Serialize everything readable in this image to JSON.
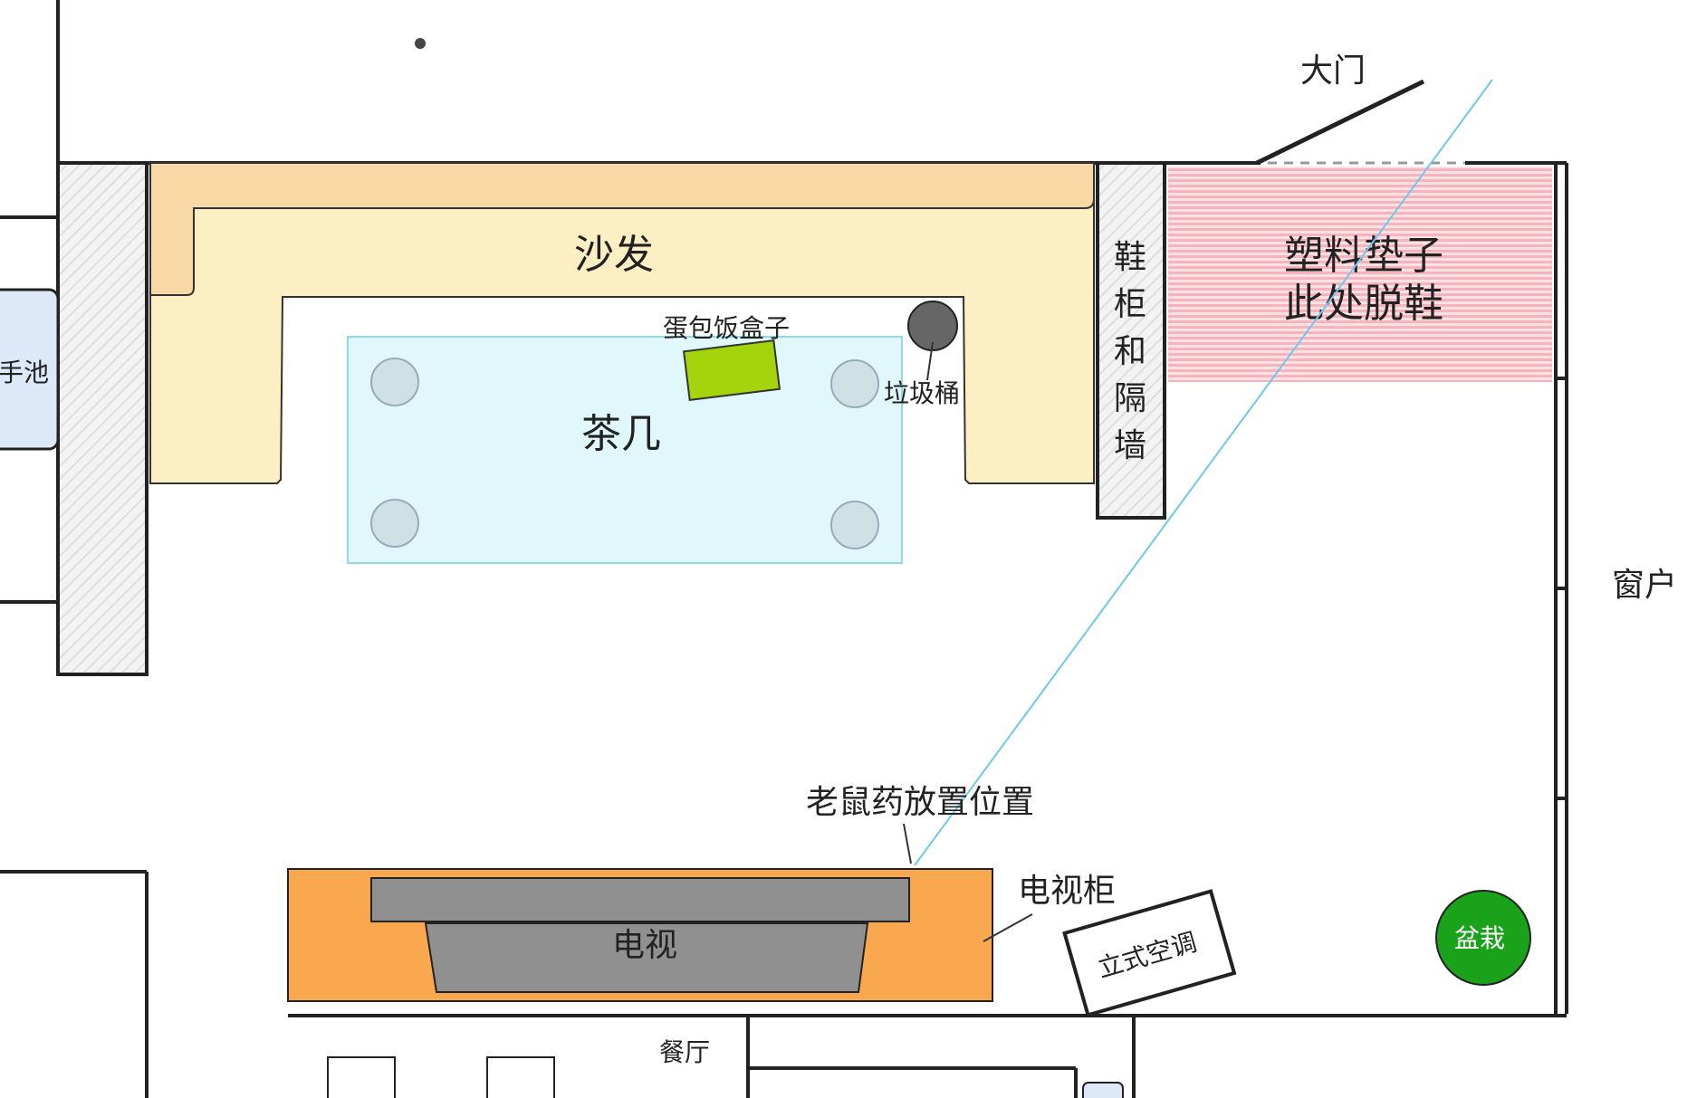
{
  "labels": {
    "door": "大门",
    "sofa": "沙发",
    "shoe_cabinet": [
      "鞋",
      "柜",
      "和",
      "隔",
      "墙"
    ],
    "mat": [
      "塑料垫子",
      "此处脱鞋"
    ],
    "sink_partial": "手池",
    "coffee_table": "茶几",
    "bento_box": "蛋包饭盒子",
    "trash_can": "垃圾桶",
    "window": "窗户",
    "rat_poison": "老鼠药放置位置",
    "tv_cabinet": "电视柜",
    "tv": "电视",
    "ac": "立式空调",
    "plant": "盆栽",
    "dining": "餐厅"
  },
  "colors": {
    "sofa_fill": "#fdefc4",
    "sofa_back": "#f8d8a4",
    "table_fill": "#e0f7fb",
    "table_stroke": "#8fd9ea",
    "bento": "#a4d40c",
    "trash": "#666666",
    "mat_fill": "#f5b4bc",
    "tv_cabinet": "#f9a850",
    "tv": "#909090",
    "plant": "#1aa31a",
    "sink": "#dce9f8",
    "sightline": "#6ec8ec"
  }
}
